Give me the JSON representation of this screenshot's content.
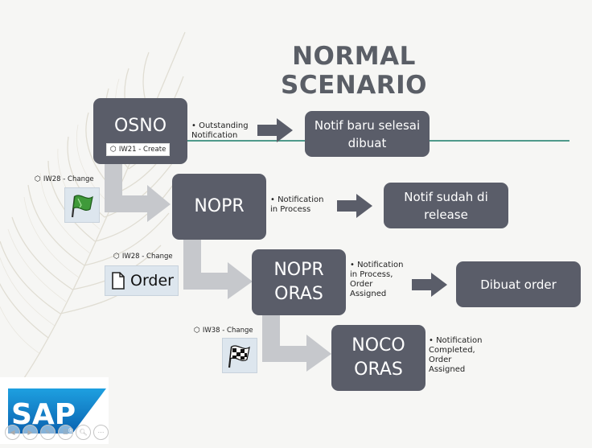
{
  "slide": {
    "title": "NORMAL SCENARIO",
    "accent_color": "#4f9a8b",
    "box_color": "#5a5d69",
    "arrow_color": "#c6c8cc"
  },
  "states": [
    {
      "id": "osno",
      "label": "OSNO"
    },
    {
      "id": "nopr",
      "label": "NOPR"
    },
    {
      "id": "nopr-oras",
      "label": "NOPR\nORAS"
    },
    {
      "id": "noco-oras",
      "label": "NOCO\nORAS"
    }
  ],
  "notes": [
    {
      "text": "Outstanding\nNotification"
    },
    {
      "text": "Notification\nin Process"
    },
    {
      "text": "Notification\nin Process,\nOrder\nAssigned"
    },
    {
      "text": "Notification\nCompleted,\nOrder\nAssigned"
    }
  ],
  "results": [
    {
      "text": "Notif baru selesai dibuat"
    },
    {
      "text": "Notif sudah di release"
    },
    {
      "text": "Dibuat order"
    }
  ],
  "transactions": [
    {
      "label": "IW21 - Create",
      "icon": "cube-icon"
    },
    {
      "label": "IW28 - Change",
      "icon": "green-flag-icon"
    },
    {
      "label": "IW28 - Change",
      "icon": "document-icon",
      "button": "Order"
    },
    {
      "label": "IW38 - Change",
      "icon": "checkered-flag-icon"
    }
  ],
  "logo": {
    "text": "SAP",
    "mark": "®"
  },
  "nav_icons": [
    "previous-icon",
    "play-icon",
    "pen-icon",
    "menu-icon",
    "zoom-icon",
    "more-icon"
  ]
}
